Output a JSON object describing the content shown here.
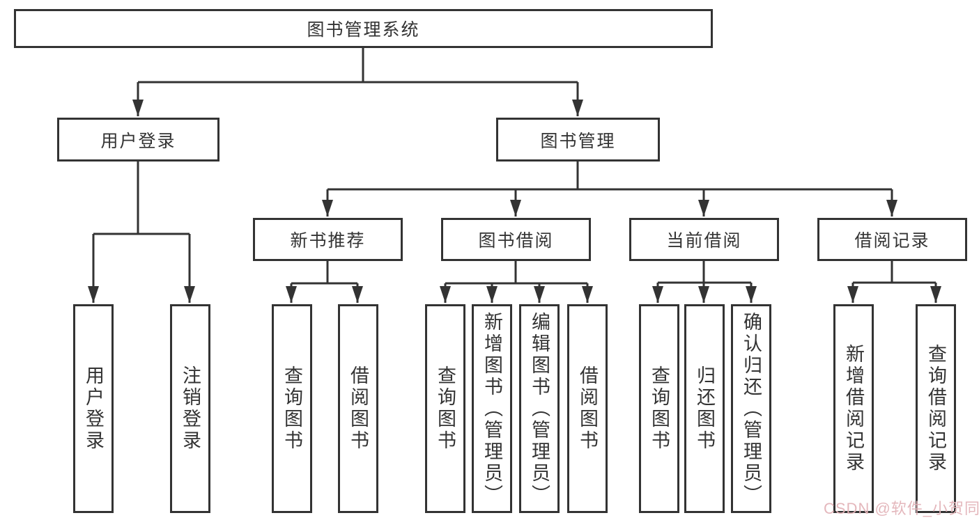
{
  "tree": {
    "label": "图书管理系统",
    "children": [
      {
        "label": "用户登录",
        "children": [
          {
            "label": "用户登录"
          },
          {
            "label": "注销登录"
          }
        ]
      },
      {
        "label": "图书管理",
        "children": [
          {
            "label": "新书推荐",
            "children": [
              {
                "label": "查询图书"
              },
              {
                "label": "借阅图书"
              }
            ]
          },
          {
            "label": "图书借阅",
            "children": [
              {
                "label": "查询图书"
              },
              {
                "label": "新增图书（管理员）"
              },
              {
                "label": "编辑图书（管理员）"
              },
              {
                "label": "借阅图书"
              }
            ]
          },
          {
            "label": "当前借阅",
            "children": [
              {
                "label": "查询图书"
              },
              {
                "label": "归还图书"
              },
              {
                "label": "确认归还（管理员）"
              }
            ]
          },
          {
            "label": "借阅记录",
            "children": [
              {
                "label": "新增借阅记录"
              },
              {
                "label": "查询借阅记录"
              }
            ]
          }
        ]
      }
    ]
  },
  "watermark": {
    "text": "CSDN @软件_小贺同学"
  },
  "colors": {
    "line": "#333333",
    "box_background": "#ffffff",
    "watermark": "#e3b4b9"
  }
}
